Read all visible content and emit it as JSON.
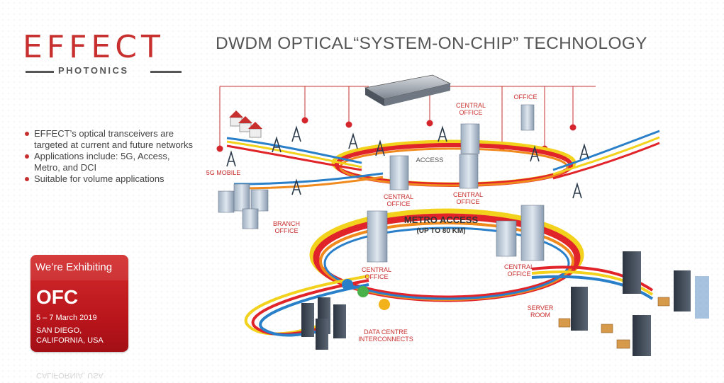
{
  "logo": {
    "wordmark": "EFFECT",
    "subtitle": "PHOTONICS"
  },
  "headline": "DWDM OPTICAL“SYSTEM-ON-CHIP” TECHNOLOGY",
  "bullets": [
    "EFFECT’s  optical transceivers are targeted at current and future networks",
    "Applications include: 5G, Access, Metro, and DCI",
    "Suitable for volume applications"
  ],
  "exhibit": {
    "title": "We’re Exhibiting",
    "event": "OFC",
    "dates": "5 – 7 March 2019",
    "location": "SAN DIEGO, CALIFORNIA, USA"
  },
  "diagram": {
    "labels": {
      "central_office_top": "CENTRAL OFFICE",
      "office": "OFFICE",
      "access": "ACCESS",
      "mobile_5g": "5G MOBILE",
      "central_office_left": "CENTRAL OFFICE",
      "central_office_right": "CENTRAL OFFICE",
      "branch_office": "BRANCH OFFICE",
      "metro_access": "METRO ACCESS",
      "metro_range": "(UP TO 80 KM)",
      "central_office_metro_left": "CENTRAL OFFICE",
      "central_office_metro_right": "CENTRAL OFFICE",
      "server_room": "SERVER ROOM",
      "data_centre": "DATA CENTRE INTERCONNECTS"
    }
  },
  "colors": {
    "brand_red": "#c8302f",
    "ring_red": "#e0242a",
    "ring_yellow": "#f2d21c",
    "ring_orange": "#f08a1c",
    "ring_blue": "#2a7fc9",
    "exhibit_red": "#c4161c"
  }
}
